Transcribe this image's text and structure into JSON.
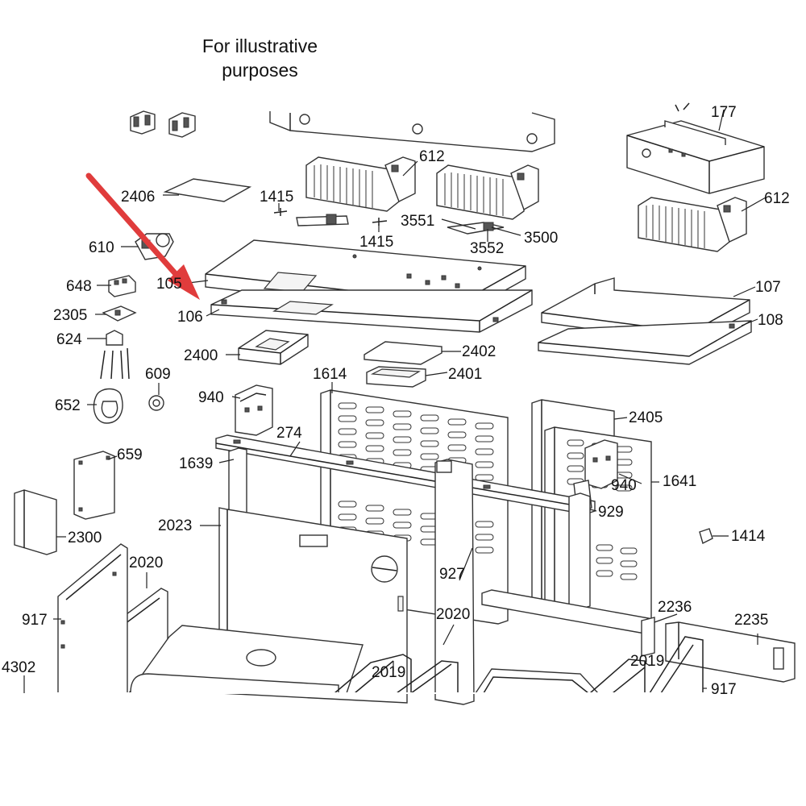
{
  "caption": {
    "line1": "For illustrative",
    "line2": "purposes"
  },
  "colors": {
    "arrow": "#e03c3c",
    "line": "#222222",
    "background": "#ffffff"
  },
  "highlighted_part": "106",
  "labels": {
    "l177": "177",
    "l612a": "612",
    "l612b": "612",
    "l2406": "2406",
    "l1415a": "1415",
    "l1415b": "1415",
    "l3551": "3551",
    "l3552": "3552",
    "l3500": "3500",
    "l610": "610",
    "l648": "648",
    "l105": "105",
    "l107": "107",
    "l108": "108",
    "l106": "106",
    "l2305": "2305",
    "l624": "624",
    "l2400": "2400",
    "l2402": "2402",
    "l2401": "2401",
    "l609": "609",
    "l1614": "1614",
    "l940a": "940",
    "l652": "652",
    "l2405": "2405",
    "l274": "274",
    "l659": "659",
    "l1639": "1639",
    "l940b": "940",
    "l1641": "1641",
    "l929": "929",
    "l2023": "2023",
    "l2300": "2300",
    "l1414": "1414",
    "l2020a": "2020",
    "l927": "927",
    "l2236": "2236",
    "l917a": "917",
    "l2020b": "2020",
    "l2235": "2235",
    "l4302": "4302",
    "l2019a": "2019",
    "l2019b": "2019",
    "l917b": "917"
  }
}
